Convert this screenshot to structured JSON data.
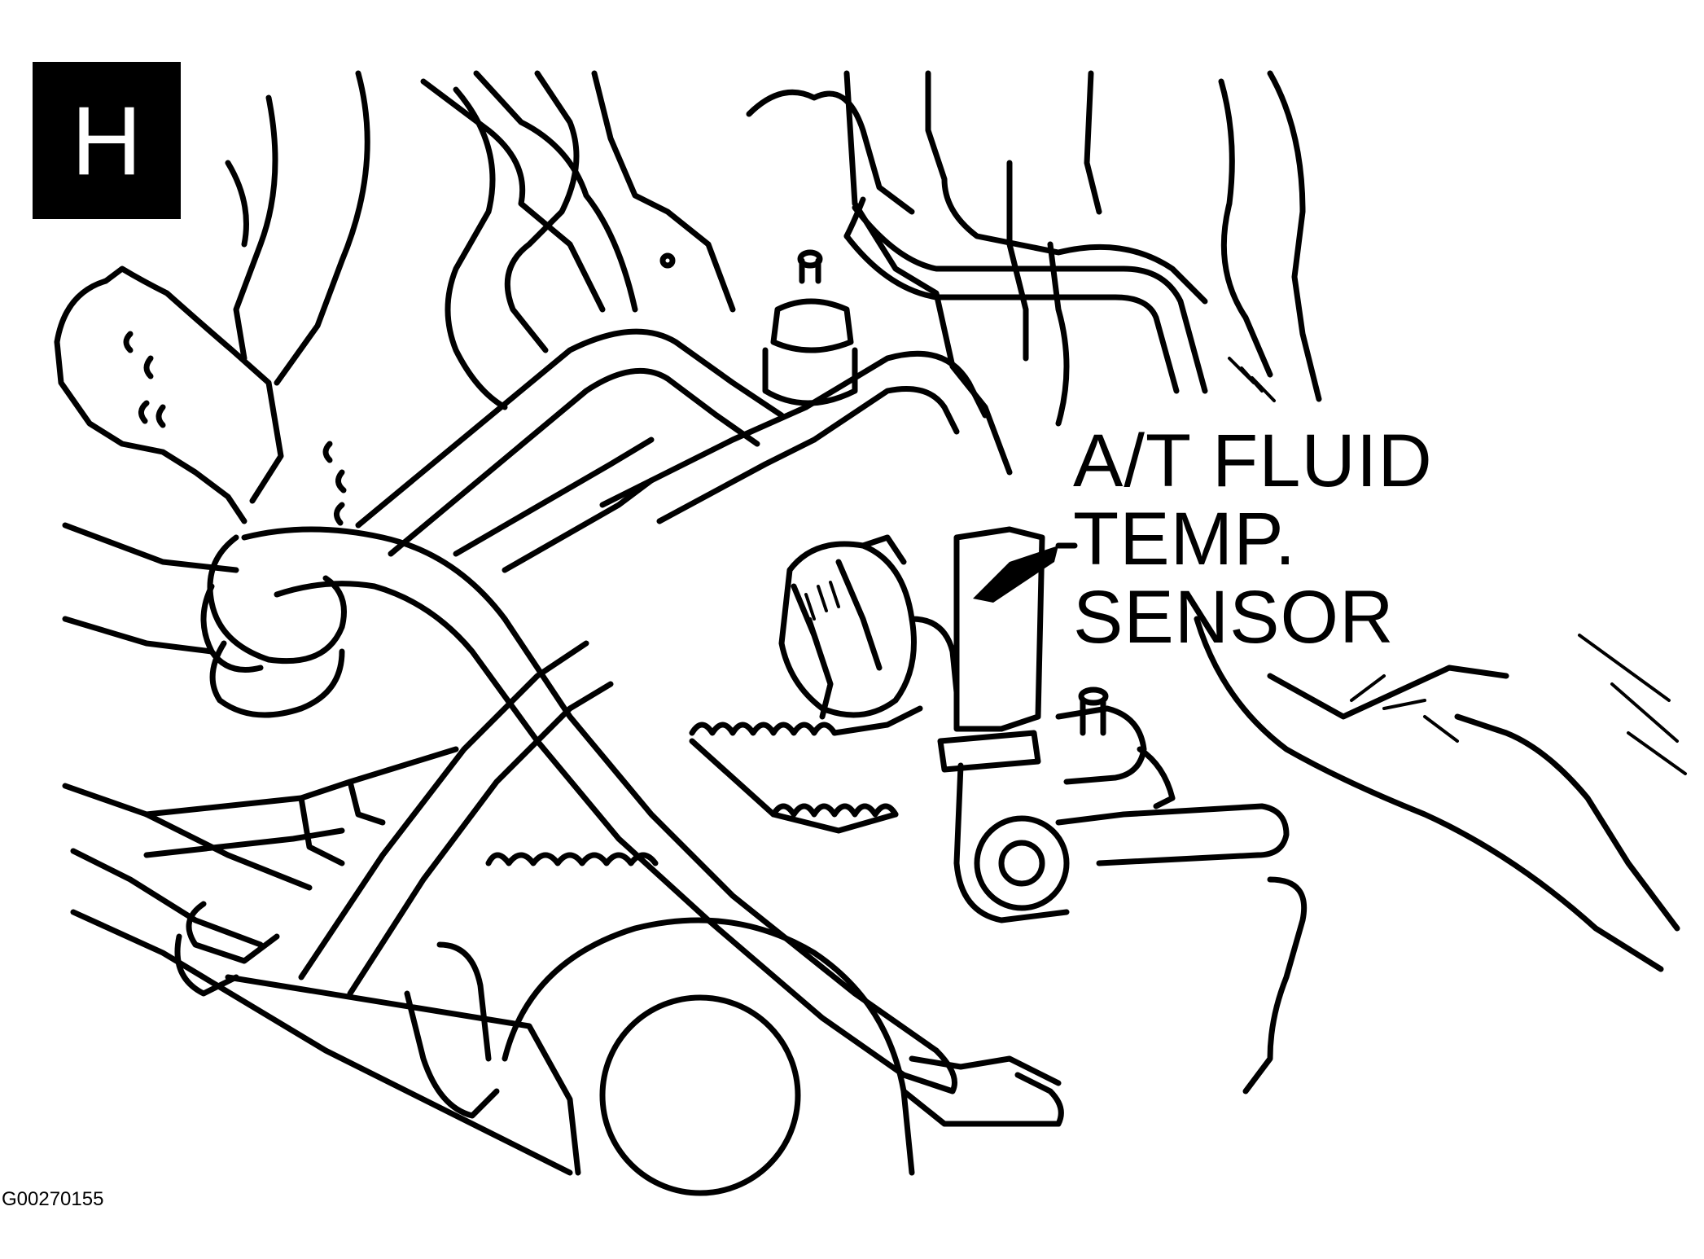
{
  "panel": {
    "label": "H"
  },
  "callout": {
    "lines": [
      "A/T FLUID",
      "TEMP.",
      "SENSOR"
    ]
  },
  "figure": {
    "id": "G00270155"
  },
  "colors": {
    "ink": "#000000",
    "paper": "#ffffff"
  }
}
